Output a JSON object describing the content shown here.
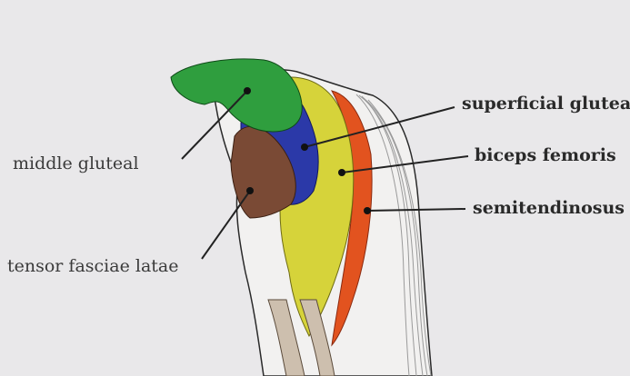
{
  "labels": {
    "middle_gluteal": "middle gluteal",
    "tensor_fasciae_latae": "tensor fasciae latae",
    "superficial_gluteal": "superficial gluteal",
    "biceps_femoris": "biceps femoris",
    "semitendinosus": "semitendinosus"
  },
  "colors": {
    "background": "#e9e8ea",
    "middle_gluteal": "#2f9e3e",
    "superficial_gluteal": "#2b39a8",
    "tensor_fasciae_latae": "#7a4a35",
    "biceps_femoris": "#d6d33a",
    "semitendinosus": "#e2531f",
    "tendon": "#b8b8b8",
    "leader_line": "#222222"
  }
}
